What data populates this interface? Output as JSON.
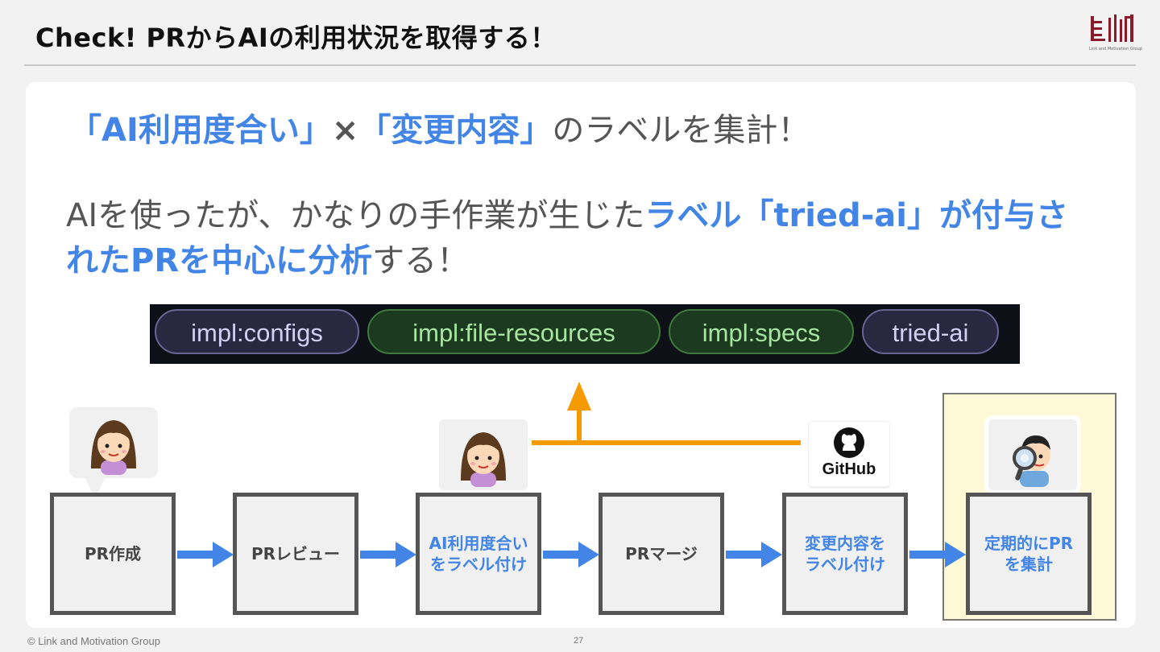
{
  "header": {
    "title": "Check! PRからAIの利用状況を取得する！",
    "logo_text": "Link and Motivation Group",
    "brand_color": "#8b1a2b"
  },
  "headline": {
    "part1": "「AI利用度合い」",
    "times": "×",
    "part2": "「変更内容」",
    "part3": "のラベルを集計！"
  },
  "paragraph": {
    "plain1": "AIを使ったが、かなりの手作業が生じた",
    "emph1": "ラベル「tried-ai」が付与されたPRを中心に分析",
    "plain2": "する！"
  },
  "labels": [
    {
      "text": "impl:configs",
      "style": "purple"
    },
    {
      "text": "impl:file-resources",
      "style": "green"
    },
    {
      "text": "impl:specs",
      "style": "green"
    },
    {
      "text": "tried-ai",
      "style": "purple"
    }
  ],
  "steps": [
    {
      "label": "PR作成",
      "highlight": false
    },
    {
      "label": "PRレビュー",
      "highlight": false
    },
    {
      "label": "AI利用度合い\nをラベル付け",
      "highlight": true
    },
    {
      "label": "PRマージ",
      "highlight": false
    },
    {
      "label": "変更内容を\nラベル付け",
      "highlight": true
    },
    {
      "label": "定期的にPR\nを集計",
      "highlight": true
    }
  ],
  "github_badge": "GitHub",
  "icons": {
    "avatar": "woman-avatar-icon",
    "github": "github-octocat-icon",
    "analyst": "man-magnifier-icon"
  },
  "colors": {
    "accent_blue": "#4285e6",
    "connector_orange": "#f59b00",
    "highlight_bg": "#fdf9d6"
  },
  "footer": {
    "copyright": "© Link and Motivation Group",
    "page_number": "27"
  }
}
